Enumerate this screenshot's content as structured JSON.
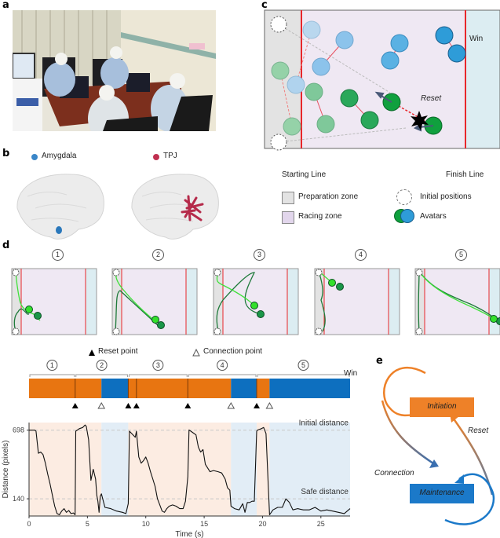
{
  "panels": {
    "a": {
      "letter": "a"
    },
    "b": {
      "letter": "b",
      "legend": [
        {
          "label": "Amygdala",
          "color": "#3a86c8"
        },
        {
          "label": "TPJ",
          "color": "#c03050"
        }
      ]
    },
    "c": {
      "letter": "c",
      "reset_label": "Reset",
      "win_label": "Win",
      "starting_line_label": "Starting Line",
      "finish_line_label": "Finish Line",
      "legend": {
        "preparation_zone": "Preparation zone",
        "racing_zone": "Racing zone",
        "initial_positions": "Initial positions",
        "avatars": "Avatars"
      },
      "colors": {
        "preparation_zone": "#e3e3e3",
        "racing_zone": "#efe8f3",
        "win_zone": "#dcedf2",
        "line": "#e8262b",
        "green": "#1aa04a",
        "blue": "#2e9cd8"
      }
    },
    "d": {
      "letter": "d",
      "trial_labels": [
        "1",
        "2",
        "3",
        "4",
        "5"
      ],
      "reset_point_label": "Reset point",
      "connection_point_label": "Connection point",
      "win_label": "Win",
      "colors": {
        "initiation": "#e87511",
        "maintenance": "#0d6fbf",
        "initiation_bg": "#fcece2",
        "maintenance_bg": "#e2edf6"
      }
    },
    "e": {
      "letter": "e",
      "initiation_label": "Initiation",
      "maintenance_label": "Maintenance",
      "reset_label": "Reset",
      "connection_label": "Connection",
      "colors": {
        "initiation": "#ee8128",
        "maintenance": "#1b79c9"
      }
    }
  },
  "chart_data": {
    "type": "line",
    "title": "",
    "xlabel": "Time (s)",
    "ylabel": "Distance (pixels)",
    "xlim": [
      0,
      27.5
    ],
    "ylim": [
      0,
      760
    ],
    "xticks": [
      0,
      5,
      10,
      15,
      20,
      25
    ],
    "yticks": [
      140,
      698
    ],
    "reference_lines": [
      {
        "y": 698,
        "label": "Initial distance"
      },
      {
        "y": 140,
        "label": "Safe distance"
      }
    ],
    "trial_boundaries": [
      0,
      3.95,
      8.5,
      13.6,
      19.5,
      27.5
    ],
    "segments": [
      {
        "state": "initiation",
        "start": 0,
        "end": 6.2
      },
      {
        "state": "maintenance",
        "start": 6.2,
        "end": 8.5
      },
      {
        "state": "initiation",
        "start": 8.5,
        "end": 17.3
      },
      {
        "state": "maintenance",
        "start": 17.3,
        "end": 19.5
      },
      {
        "state": "initiation",
        "start": 19.5,
        "end": 20.6
      },
      {
        "state": "maintenance",
        "start": 20.6,
        "end": 27.5
      }
    ],
    "reset_points": [
      3.95,
      8.5,
      9.2,
      13.6,
      19.5
    ],
    "connection_points": [
      6.2,
      17.3,
      20.6
    ],
    "series": [
      {
        "name": "distance",
        "x": [
          0,
          0.5,
          0.6,
          0.8,
          1.0,
          1.2,
          1.4,
          1.6,
          1.8,
          2.0,
          2.2,
          2.4,
          2.6,
          2.8,
          3.0,
          3.2,
          3.4,
          3.6,
          3.8,
          3.95,
          4.0,
          4.3,
          4.6,
          4.8,
          4.9,
          5.1,
          5.3,
          5.5,
          5.7,
          5.8,
          5.9,
          6.0,
          6.1,
          6.2,
          6.5,
          7.0,
          7.5,
          8.0,
          8.3,
          8.5,
          8.6,
          8.8,
          9.0,
          9.1,
          9.2,
          9.4,
          9.6,
          9.8,
          10.0,
          10.2,
          10.4,
          10.6,
          10.8,
          11.0,
          11.2,
          11.4,
          11.6,
          11.8,
          12.0,
          12.3,
          12.6,
          12.9,
          13.2,
          13.4,
          13.6,
          13.7,
          14.0,
          14.3,
          14.5,
          14.7,
          14.9,
          15.1,
          15.3,
          15.5,
          15.8,
          16.2,
          16.5,
          16.8,
          17.0,
          17.2,
          17.3,
          17.6,
          18.0,
          18.3,
          18.5,
          18.7,
          18.9,
          19.1,
          19.3,
          19.5,
          19.6,
          19.9,
          20.1,
          20.3,
          20.6,
          20.9,
          21.3,
          21.7,
          22.0,
          22.3,
          22.6,
          23.0,
          23.5,
          24.0,
          24.5,
          25.0,
          25.5,
          26.0,
          26.5,
          27.0,
          27.5
        ],
        "y": [
          698,
          698,
          690,
          510,
          520,
          500,
          430,
          340,
          260,
          170,
          80,
          20,
          10,
          40,
          60,
          30,
          45,
          20,
          25,
          10,
          690,
          710,
          720,
          740,
          730,
          620,
          290,
          380,
          300,
          170,
          120,
          30,
          160,
          180,
          70,
          60,
          40,
          30,
          20,
          100,
          690,
          670,
          650,
          640,
          690,
          480,
          430,
          450,
          480,
          430,
          360,
          300,
          240,
          140,
          90,
          40,
          30,
          60,
          80,
          90,
          80,
          60,
          60,
          120,
          320,
          700,
          680,
          660,
          560,
          520,
          540,
          420,
          390,
          360,
          370,
          360,
          350,
          300,
          230,
          210,
          80,
          60,
          50,
          100,
          30,
          110,
          110,
          120,
          120,
          690,
          700,
          710,
          720,
          670,
          10,
          50,
          70,
          70,
          140,
          110,
          50,
          60,
          50,
          50,
          70,
          40,
          50,
          40,
          30,
          20,
          60,
          110
        ]
      }
    ]
  }
}
